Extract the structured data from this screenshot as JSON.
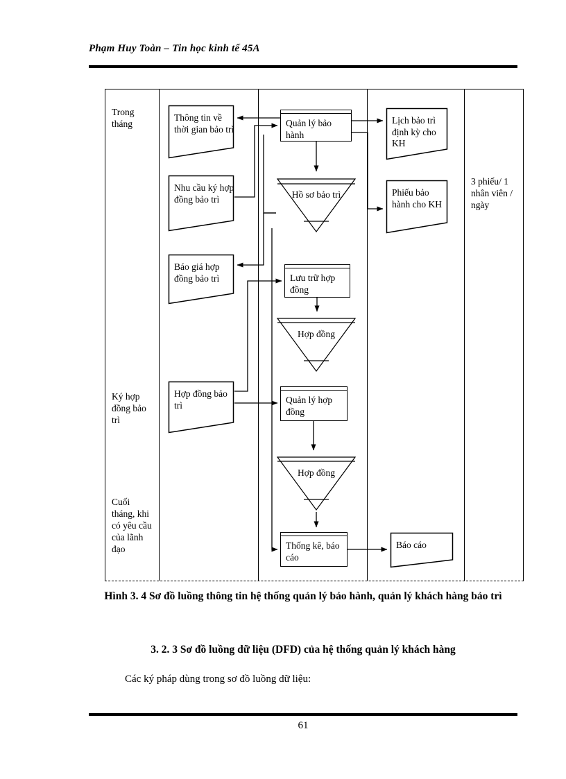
{
  "header": {
    "text": "Phạm Huy Toàn – Tin học kinh tế 45A"
  },
  "figure": {
    "columns": [
      {
        "name": "period"
      },
      {
        "name": "documents-left"
      },
      {
        "name": "processes-center"
      },
      {
        "name": "documents-right"
      },
      {
        "name": "notes"
      }
    ],
    "period_labels": [
      "Trong tháng",
      "Ký hợp đồng bảo trì",
      "Cuối tháng, khi có yêu cầu của lãnh đạo"
    ],
    "nodes": {
      "thong_tin_thoi_gian": "Thông tin về thời gian bảo trì",
      "nhu_cau_ky_hop_dong": "Nhu cầu ký hợp đồng bảo trì",
      "bao_gia_hop_dong": "Báo giá hợp đồng bảo trì",
      "hop_dong_bao_tri": "Hợp đồng bảo trì",
      "quan_ly_bao_hanh": "Quản lý bảo hành",
      "ho_so_bao_tri": "Hồ sơ bảo trì",
      "luu_tru_hop_dong": "Lưu trữ hợp đồng",
      "hop_dong_store_1": "Hợp đồng",
      "quan_ly_hop_dong": "Quản lý hợp đồng",
      "hop_dong_store_2": "Hợp đồng",
      "thong_ke_bao_cao": "Thống kê, báo cáo",
      "lich_bao_tri": "Lịch bảo trì định kỳ cho KH",
      "phieu_bao_hanh": "Phiếu bảo hành cho KH",
      "bao_cao": "Báo cáo"
    },
    "note": "3 phiếu/ 1 nhân viên / ngày"
  },
  "caption": "Hình 3. 4 Sơ đồ luồng thông tin hệ thống quản lý bảo hành, quản lý khách hàng bảo trì",
  "section_heading": "3. 2. 3 Sơ đồ luồng dữ liệu (DFD) của hệ thống quản lý khách hàng",
  "body_paragraph": "Các ký pháp dùng trong sơ đồ luồng dữ liệu:",
  "footer": {
    "page_number": "61"
  }
}
